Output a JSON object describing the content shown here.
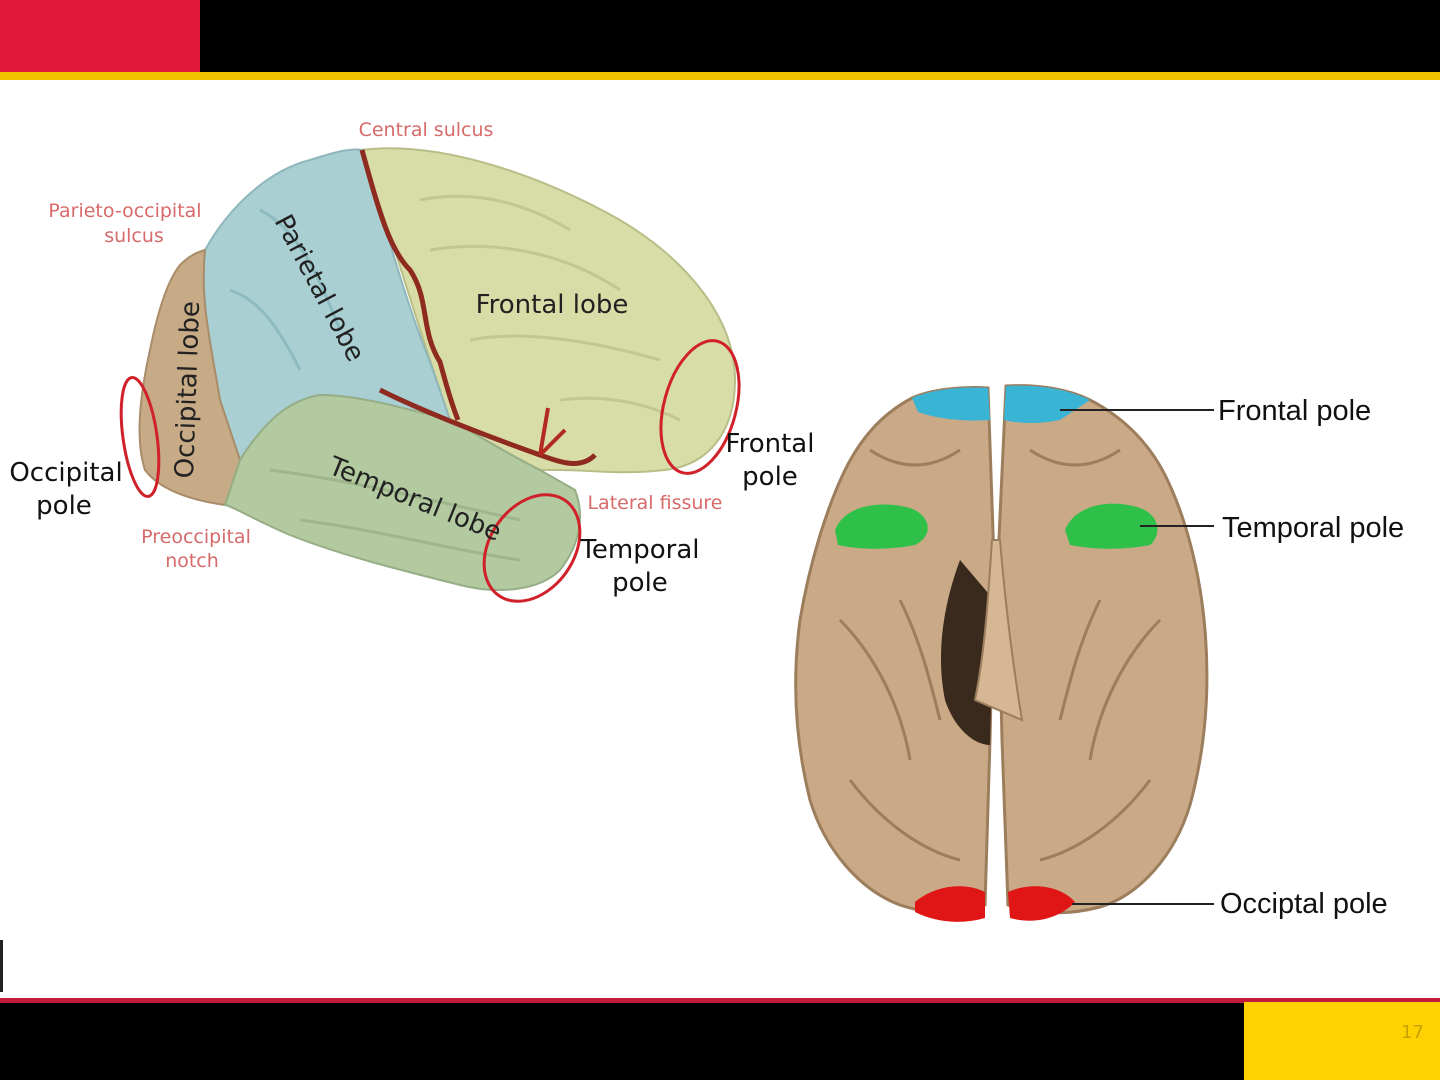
{
  "slide": {
    "page_number": "17"
  },
  "lateral_view": {
    "sulci": {
      "central": "Central sulcus",
      "parieto_occipital_1": "Parieto-occipital",
      "parieto_occipital_2": "sulcus",
      "lateral": "Lateral fissure",
      "preoccipital_1": "Preoccipital",
      "preoccipital_2": "notch"
    },
    "lobes": {
      "frontal": "Frontal lobe",
      "parietal": "Parietal lobe",
      "occipital": "Occipital lobe",
      "temporal": "Temporal lobe"
    },
    "poles": {
      "occipital_1": "Occipital",
      "occipital_2": "pole",
      "frontal_1": "Frontal",
      "frontal_2": "pole",
      "temporal_1": "Temporal",
      "temporal_2": "pole"
    },
    "colors": {
      "frontal": "#d8dca6",
      "parietal": "#a9cfd2",
      "occipital": "#c7aa86",
      "temporal": "#b3c9a0",
      "sulcus": "#8e2a1f",
      "circle": "#d0202a"
    }
  },
  "inferior_view": {
    "labels": {
      "frontal_pole": "Frontal pole",
      "temporal_pole": "Temporal pole",
      "occipital_pole": "Occiptal pole"
    },
    "colors": {
      "brain": "#caa987",
      "frontal_pole": "#3ab4d4",
      "temporal_pole": "#2fc04a",
      "occipital_pole": "#e01515"
    }
  }
}
